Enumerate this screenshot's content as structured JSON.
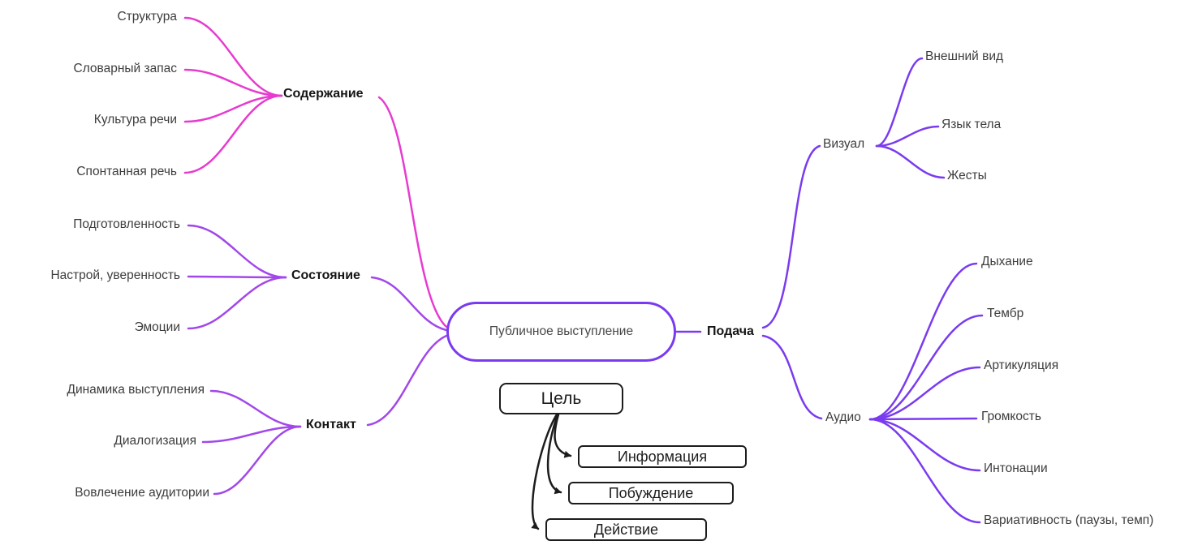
{
  "colors": {
    "content_branch": "#e73bd0",
    "state_branch": "#a248ea",
    "contact_branch": "#a248ea",
    "main_branch": "#7a3bf0",
    "goal_flow": "#1c1c1c",
    "leaf_text": "#3d3d3d",
    "branch_text": "#141414"
  },
  "mindmap": {
    "center": {
      "label": "Публичное выступление"
    },
    "left_branches": [
      {
        "label": "Содержание",
        "children": [
          "Структура",
          "Словарный запас",
          "Культура речи",
          "Спонтанная речь"
        ]
      },
      {
        "label": "Состояние",
        "children": [
          "Подготовленность",
          "Настрой, уверенность",
          "Эмоции"
        ]
      },
      {
        "label": "Контакт",
        "children": [
          "Динамика выступления",
          "Диалогизация",
          "Вовлечение аудитории"
        ]
      }
    ],
    "right_branch": {
      "label": "Подача",
      "subbranches": [
        {
          "label": "Визуал",
          "children": [
            "Внешний вид",
            "Язык тела",
            "Жесты"
          ]
        },
        {
          "label": "Аудио",
          "children": [
            "Дыхание",
            "Тембр",
            "Артикуляция",
            "Громкость",
            "Интонации",
            "Вариативность (паузы, темп)"
          ]
        }
      ]
    },
    "goal": {
      "label": "Цель",
      "children": [
        "Информация",
        "Побуждение",
        "Действие"
      ]
    }
  }
}
